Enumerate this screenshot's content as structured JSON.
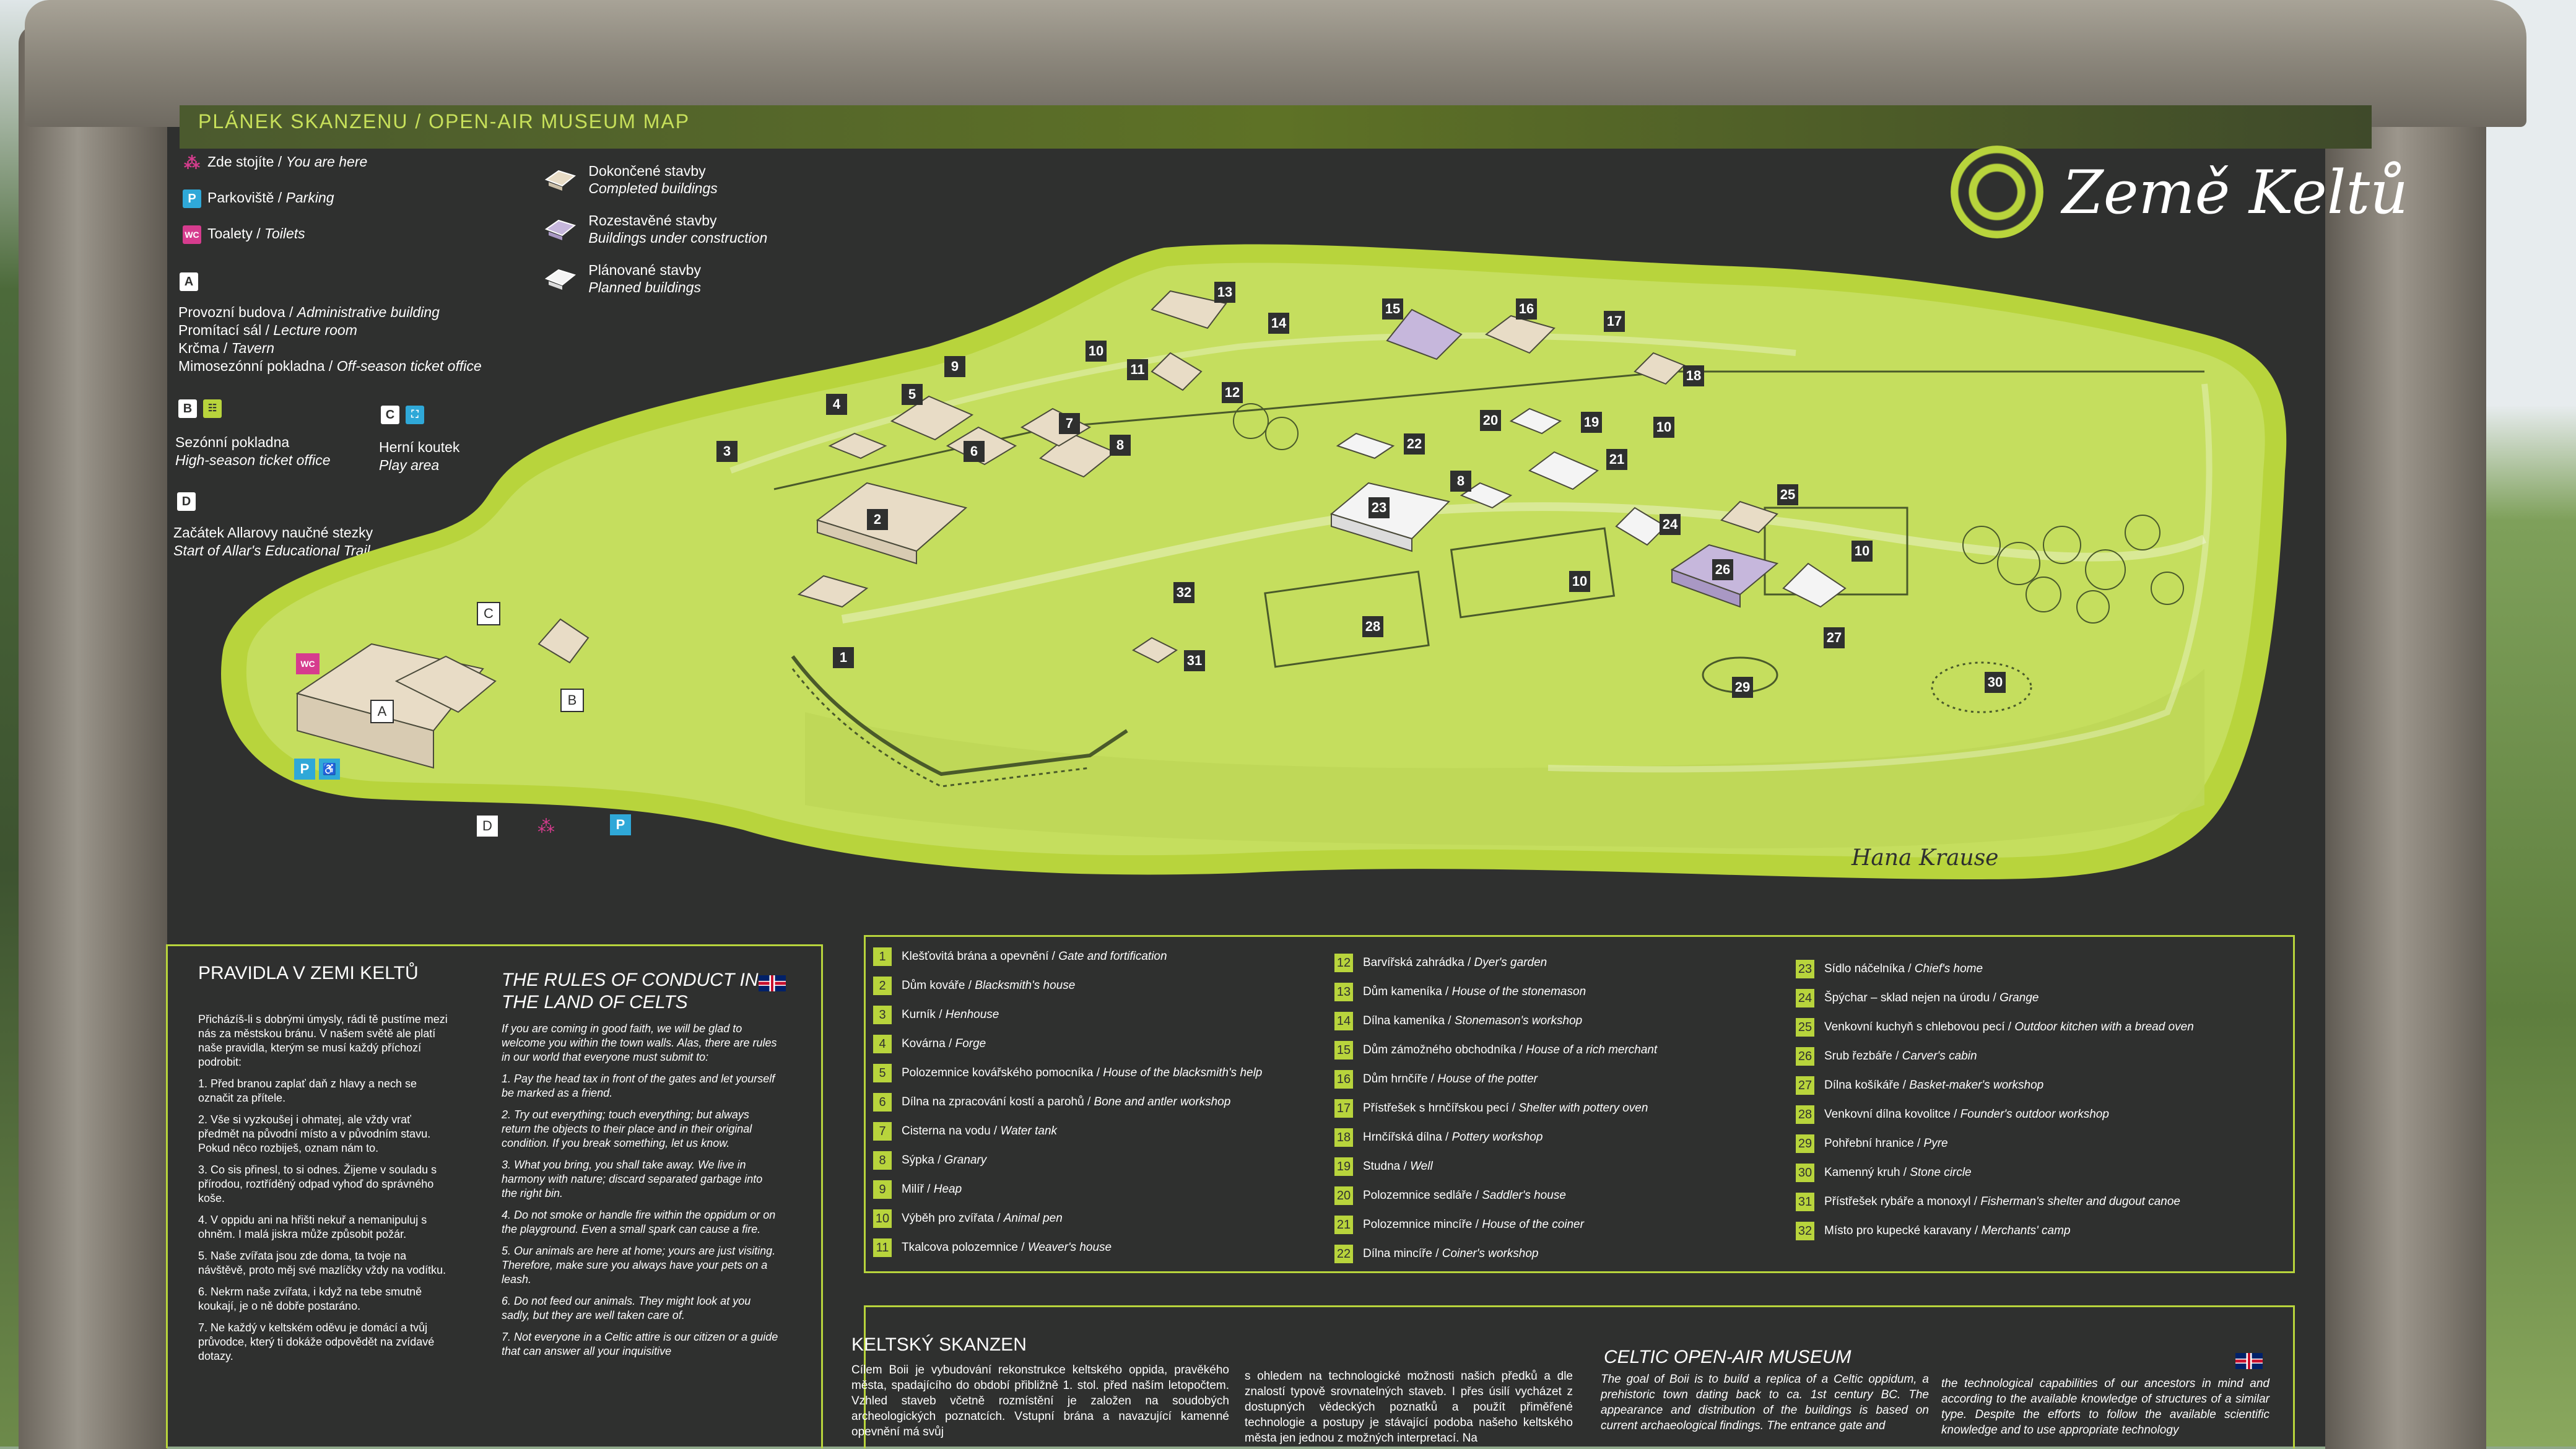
{
  "header": {
    "title": "PLÁNEK SKANZENU / OPEN-AIR MUSEUM MAP"
  },
  "logo": {
    "text": "Země Keltů"
  },
  "legend": {
    "symbols": [
      {
        "cz": "Zde stojíte / ",
        "en": "You are here",
        "icon": "footprints-icon"
      },
      {
        "cz": "Parkoviště / ",
        "en": "Parking",
        "icon": "parking-icon",
        "glyph": "P"
      },
      {
        "cz": "Toalety / ",
        "en": "Toilets",
        "icon": "toilets-icon",
        "glyph": "WC"
      }
    ],
    "building_states": [
      {
        "cz": "Dokončené stavby",
        "en": "Completed buildings"
      },
      {
        "cz": "Rozestavěné stavby",
        "en": "Buildings under construction"
      },
      {
        "cz": "Plánované stavby",
        "en": "Planned buildings"
      }
    ],
    "a": {
      "letter": "A",
      "lines": [
        {
          "cz": "Provozní budova / ",
          "en": "Administrative building"
        },
        {
          "cz": "Promítací sál / ",
          "en": "Lecture room"
        },
        {
          "cz": "Krčma / ",
          "en": "Tavern"
        },
        {
          "cz": "Mimosezónní pokladna / ",
          "en": "Off-season ticket office"
        }
      ]
    },
    "b": {
      "letter": "B",
      "cz": "Sezónní pokladna",
      "en": "High-season ticket office"
    },
    "c": {
      "letter": "C",
      "cz": "Herní koutek",
      "en": "Play area"
    },
    "d": {
      "letter": "D",
      "cz": "Začátek Allarovy naučné stezky",
      "en": "Start of Allar's Educational Trail"
    }
  },
  "map": {
    "labels": [
      "1",
      "2",
      "3",
      "4",
      "5",
      "6",
      "7",
      "8",
      "9",
      "10",
      "11",
      "12",
      "13",
      "14",
      "15",
      "16",
      "17",
      "18",
      "19",
      "20",
      "21",
      "22",
      "23",
      "24",
      "25",
      "26",
      "27",
      "28",
      "29",
      "30",
      "31",
      "32",
      "8",
      "10",
      "10",
      "10",
      "10"
    ],
    "letters": [
      "A",
      "B",
      "C",
      "D"
    ],
    "signature": "Hana Krause",
    "colors": {
      "land": "#c5de5e",
      "edge": "#b8d43c",
      "board": "#2f302f"
    }
  },
  "rules": {
    "cz_title": "PRAVIDLA V ZEMI KELTŮ",
    "en_title": "THE RULES OF CONDUCT IN THE LAND OF CELTS",
    "cz_intro": "Přicházíš-li s dobrými úmysly, rádi tě pustíme mezi nás za městskou bránu. V našem světě ale platí naše pravidla, kterým se musí každý příchozí podrobit:",
    "cz_items": [
      "1. Před branou zaplať daň z hlavy a nech se označit za přítele.",
      "2. Vše si vyzkoušej i ohmatej, ale vždy vrať předmět na původní místo a v původním stavu. Pokud něco rozbiješ, oznam nám to.",
      "3. Co sis přinesl, to si odnes. Žijeme v souladu s přírodou, roztříděný odpad vyhoď do správného koše.",
      "4. V oppidu ani na hřišti nekuř a nemanipuluj s ohněm. I malá jiskra může způsobit požár.",
      "5. Naše zvířata jsou zde doma, ta tvoje na návštěvě, proto měj své mazlíčky vždy na vodítku.",
      "6. Nekrm naše zvířata, i když na tebe smutně koukají, je o ně dobře postaráno.",
      "7. Ne každý v keltském oděvu je domácí a tvůj průvodce, který ti dokáže odpovědět na zvídavé dotazy."
    ],
    "en_intro": "If you are coming in good faith, we will be glad to welcome you within the town walls. Alas, there are rules in our world that everyone must submit to:",
    "en_items": [
      "1. Pay the head tax in front of the gates and let yourself be marked as a friend.",
      "2. Try out everything; touch everything; but always return the objects to their place and in their original condition. If you break something, let us know.",
      "3. What you bring, you shall take away. We live in harmony with nature; discard separated garbage into the right bin.",
      "4. Do not smoke or handle fire within the oppidum or on the playground. Even a small spark can cause a fire.",
      "5. Our animals are here at home; yours are just visiting. Therefore, make sure you always have your pets on a leash.",
      "6. Do not feed our animals. They might look at you sadly, but they are well taken care of.",
      "7. Not everyone in a Celtic attire is our citizen or a guide that can answer all your inquisitive"
    ]
  },
  "buildings": [
    {
      "n": "1",
      "cz": "Klešťovitá brána a opevnění / ",
      "en": "Gate and fortification"
    },
    {
      "n": "2",
      "cz": "Dům kováře / ",
      "en": "Blacksmith's house"
    },
    {
      "n": "3",
      "cz": "Kurník / ",
      "en": "Henhouse"
    },
    {
      "n": "4",
      "cz": "Kovárna / ",
      "en": "Forge"
    },
    {
      "n": "5",
      "cz": "Polozemnice kovářského pomocníka / ",
      "en": "House of the blacksmith's help"
    },
    {
      "n": "6",
      "cz": "Dílna na zpracování kostí a parohů / ",
      "en": "Bone and antler workshop"
    },
    {
      "n": "7",
      "cz": "Cisterna na vodu / ",
      "en": "Water tank"
    },
    {
      "n": "8",
      "cz": "Sýpka / ",
      "en": "Granary"
    },
    {
      "n": "9",
      "cz": "Milíř / ",
      "en": "Heap"
    },
    {
      "n": "10",
      "cz": "Výběh pro zvířata / ",
      "en": "Animal pen"
    },
    {
      "n": "11",
      "cz": "Tkalcova polozemnice / ",
      "en": "Weaver's house"
    },
    {
      "n": "12",
      "cz": "Barvířská zahrádka / ",
      "en": "Dyer's garden"
    },
    {
      "n": "13",
      "cz": "Dům kameníka / ",
      "en": "House of the stonemason"
    },
    {
      "n": "14",
      "cz": "Dílna kameníka / ",
      "en": "Stonemason's workshop"
    },
    {
      "n": "15",
      "cz": "Dům zámožného obchodníka / ",
      "en": "House of a rich merchant"
    },
    {
      "n": "16",
      "cz": "Dům hrnčíře / ",
      "en": "House of the potter"
    },
    {
      "n": "17",
      "cz": "Přístřešek s hrnčířskou pecí / ",
      "en": "Shelter with pottery oven"
    },
    {
      "n": "18",
      "cz": "Hrnčířská dílna / ",
      "en": "Pottery workshop"
    },
    {
      "n": "19",
      "cz": "Studna / ",
      "en": "Well"
    },
    {
      "n": "20",
      "cz": "Polozemnice sedláře / ",
      "en": "Saddler's house"
    },
    {
      "n": "21",
      "cz": "Polozemnice mincíře / ",
      "en": "House of the coiner"
    },
    {
      "n": "22",
      "cz": "Dílna mincíře / ",
      "en": "Coiner's workshop"
    },
    {
      "n": "23",
      "cz": "Sídlo náčelníka / ",
      "en": "Chief's home"
    },
    {
      "n": "24",
      "cz": "Špýchar – sklad nejen na úrodu / ",
      "en": "Grange"
    },
    {
      "n": "25",
      "cz": "Venkovní kuchyň s chlebovou pecí / ",
      "en": "Outdoor kitchen with a bread oven"
    },
    {
      "n": "26",
      "cz": "Srub řezbáře / ",
      "en": "Carver's cabin"
    },
    {
      "n": "27",
      "cz": "Dílna košíkáře / ",
      "en": "Basket-maker's workshop"
    },
    {
      "n": "28",
      "cz": "Venkovní dílna kovolitce / ",
      "en": "Founder's outdoor workshop"
    },
    {
      "n": "29",
      "cz": "Pohřební hranice / ",
      "en": "Pyre"
    },
    {
      "n": "30",
      "cz": "Kamenný kruh / ",
      "en": "Stone circle"
    },
    {
      "n": "31",
      "cz": "Přístřešek rybáře a monoxyl / ",
      "en": "Fisherman's shelter and dugout canoe"
    },
    {
      "n": "32",
      "cz": "Místo pro kupecké karavany / ",
      "en": "Merchants' camp"
    }
  ],
  "museum": {
    "cz_title": "KELTSKÝ SKANZEN",
    "en_title": "CELTIC OPEN-AIR MUSEUM",
    "cz_col1": "Cílem Boii je vybudování rekonstrukce keltského oppida, pravěkého města, spadajícího do období přibližně 1. stol. před naším letopočtem. Vzhled staveb včetně rozmístění je založen na soudobých archeologických poznatcích. Vstupní brána a navazující kamenné opevnění má svůj",
    "cz_col2": "s ohledem na technologické možnosti našich předků a dle znalostí typově srovnatelných staveb. I přes úsilí vycházet z dostupných vědeckých poznatků a použít přiměřené technologie a postupy je stávající podoba našeho keltského města jen jednou z možných interpretací. Na",
    "en_col1": "The goal of Boii is to build a replica of a Celtic oppidum, a prehistoric town dating back to ca. 1st century BC. The appearance and distribution of the buildings is based on current archaeological findings. The entrance gate and",
    "en_col2": "the technological capabilities of our ancestors in mind and according to the available knowledge of structures of a similar type. Despite the efforts to follow the available scientific knowledge and to use appropriate technology"
  }
}
